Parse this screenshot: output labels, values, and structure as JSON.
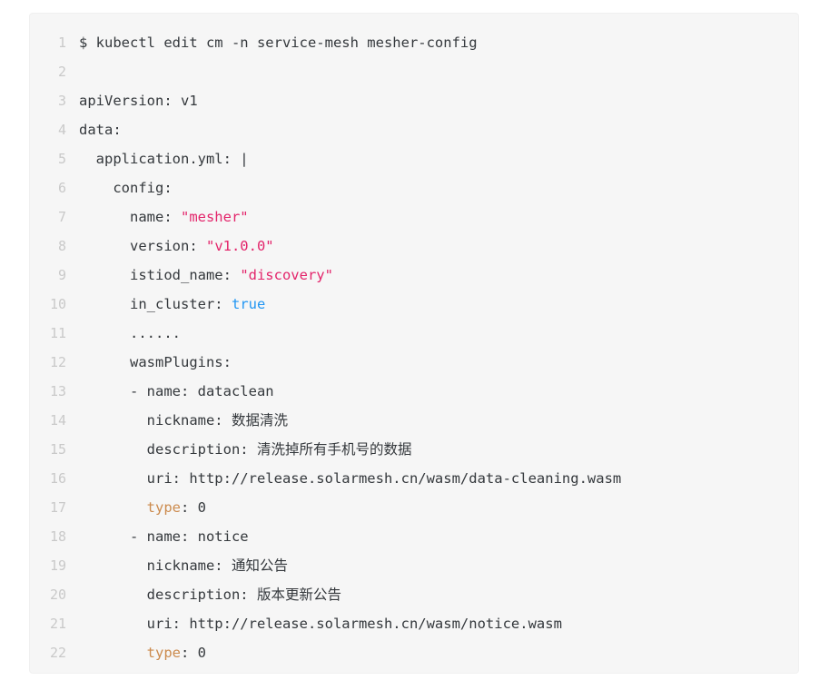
{
  "card": {
    "background_color": "#f6f6f6",
    "border_color": "#f0f0f0",
    "language": "yaml"
  },
  "theme": {
    "text_color": "#34383c",
    "line_number_color": "#c9c9c9",
    "string_color": "#e3256b",
    "boolean_color": "#2196f3",
    "key_highlight_color": "#cc8b4e"
  },
  "code": {
    "lines": [
      {
        "number": "1",
        "segments": [
          {
            "text": "$ kubectl edit cm -n service-mesh mesher-config",
            "type": "plain"
          }
        ]
      },
      {
        "number": "2",
        "segments": [
          {
            "text": "",
            "type": "plain"
          }
        ]
      },
      {
        "number": "3",
        "segments": [
          {
            "text": "apiVersion: v1",
            "type": "plain"
          }
        ]
      },
      {
        "number": "4",
        "segments": [
          {
            "text": "data:",
            "type": "plain"
          }
        ]
      },
      {
        "number": "5",
        "segments": [
          {
            "text": "  application.yml: |",
            "type": "plain"
          }
        ]
      },
      {
        "number": "6",
        "segments": [
          {
            "text": "    config:",
            "type": "plain"
          }
        ]
      },
      {
        "number": "7",
        "segments": [
          {
            "text": "      name: ",
            "type": "plain"
          },
          {
            "text": "\"mesher\"",
            "type": "string"
          }
        ]
      },
      {
        "number": "8",
        "segments": [
          {
            "text": "      version: ",
            "type": "plain"
          },
          {
            "text": "\"v1.0.0\"",
            "type": "string"
          }
        ]
      },
      {
        "number": "9",
        "segments": [
          {
            "text": "      istiod_name: ",
            "type": "plain"
          },
          {
            "text": "\"discovery\"",
            "type": "string"
          }
        ]
      },
      {
        "number": "10",
        "segments": [
          {
            "text": "      in_cluster: ",
            "type": "plain"
          },
          {
            "text": "true",
            "type": "boolean"
          }
        ]
      },
      {
        "number": "11",
        "segments": [
          {
            "text": "      ......",
            "type": "plain"
          }
        ]
      },
      {
        "number": "12",
        "segments": [
          {
            "text": "      wasmPlugins:",
            "type": "plain"
          }
        ]
      },
      {
        "number": "13",
        "segments": [
          {
            "text": "      - name: dataclean",
            "type": "plain"
          }
        ]
      },
      {
        "number": "14",
        "segments": [
          {
            "text": "        nickname: 数据清洗",
            "type": "plain"
          }
        ]
      },
      {
        "number": "15",
        "segments": [
          {
            "text": "        description: 清洗掉所有手机号的数据",
            "type": "plain"
          }
        ]
      },
      {
        "number": "16",
        "segments": [
          {
            "text": "        uri: http://release.solarmesh.cn/wasm/data-cleaning.wasm",
            "type": "plain"
          }
        ]
      },
      {
        "number": "17",
        "segments": [
          {
            "text": "        ",
            "type": "plain"
          },
          {
            "text": "type",
            "type": "key"
          },
          {
            "text": ": 0",
            "type": "plain"
          }
        ]
      },
      {
        "number": "18",
        "segments": [
          {
            "text": "      - name: notice",
            "type": "plain"
          }
        ]
      },
      {
        "number": "19",
        "segments": [
          {
            "text": "        nickname: 通知公告",
            "type": "plain"
          }
        ]
      },
      {
        "number": "20",
        "segments": [
          {
            "text": "        description: 版本更新公告",
            "type": "plain"
          }
        ]
      },
      {
        "number": "21",
        "segments": [
          {
            "text": "        uri: http://release.solarmesh.cn/wasm/notice.wasm",
            "type": "plain"
          }
        ]
      },
      {
        "number": "22",
        "segments": [
          {
            "text": "        ",
            "type": "plain"
          },
          {
            "text": "type",
            "type": "key"
          },
          {
            "text": ": 0",
            "type": "plain"
          }
        ]
      }
    ]
  }
}
